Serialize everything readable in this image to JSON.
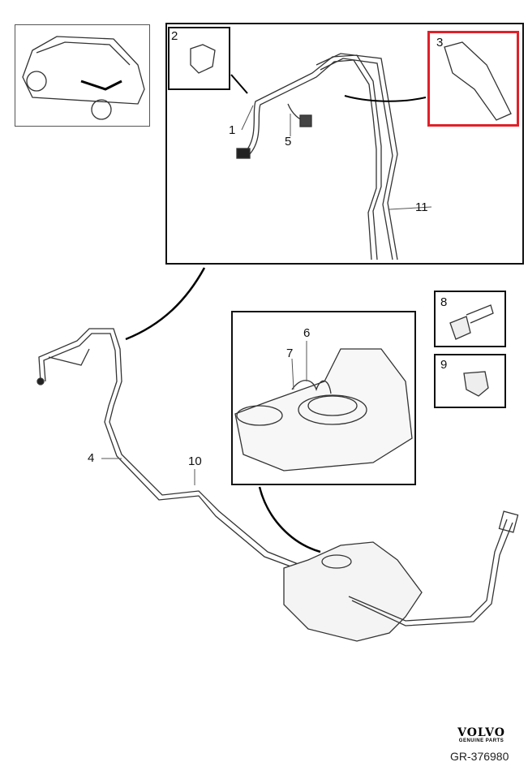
{
  "diagram": {
    "callouts": {
      "c1": "1",
      "c2": "2",
      "c3": "3",
      "c4": "4",
      "c5": "5",
      "c6": "6",
      "c7": "7",
      "c8": "8",
      "c9": "9",
      "c10": "10",
      "c11": "11"
    },
    "highlight_color": "#e0202a",
    "highlighted_part": "3"
  },
  "footer": {
    "brand": "VOLVO",
    "brand_sub": "GENUINE PARTS",
    "diagram_code": "GR-376980"
  }
}
